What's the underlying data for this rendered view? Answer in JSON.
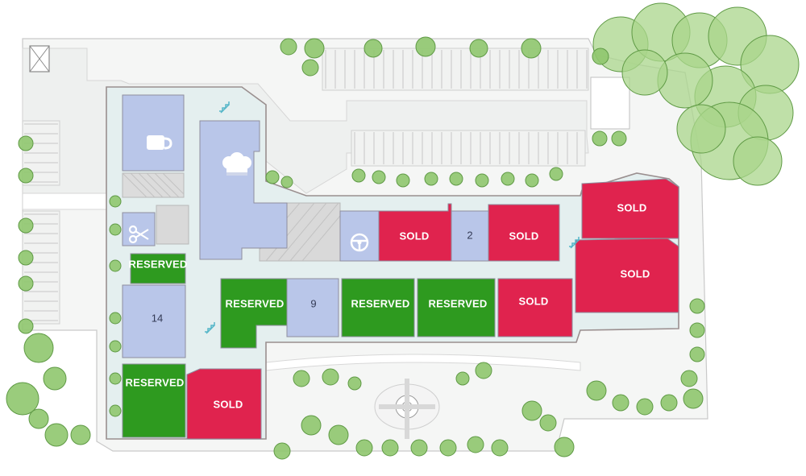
{
  "colors": {
    "sold": "#e0234e",
    "reserved": "#2e9a1f",
    "available": "#b9c6e9",
    "amenity": "#b9c6e9",
    "corridor": "#e4efef",
    "outline": "#9a8f8f",
    "tree": "#8fc66e",
    "tree_dark": "#5f9a45"
  },
  "units": [
    {
      "id": "sold-a",
      "label": "SOLD",
      "status": "sold"
    },
    {
      "id": "unit-2",
      "label": "2",
      "status": "available"
    },
    {
      "id": "sold-b",
      "label": "SOLD",
      "status": "sold"
    },
    {
      "id": "sold-c",
      "label": "SOLD",
      "status": "sold"
    },
    {
      "id": "sold-d",
      "label": "SOLD",
      "status": "sold"
    },
    {
      "id": "reserved-a",
      "label": "RESERVED",
      "status": "reserved"
    },
    {
      "id": "reserved-b",
      "label": "RESERVED",
      "status": "reserved"
    },
    {
      "id": "unit-9",
      "label": "9",
      "status": "available"
    },
    {
      "id": "reserved-c",
      "label": "RESERVED",
      "status": "reserved"
    },
    {
      "id": "reserved-d",
      "label": "RESERVED",
      "status": "reserved"
    },
    {
      "id": "sold-e",
      "label": "SOLD",
      "status": "sold"
    },
    {
      "id": "unit-14",
      "label": "14",
      "status": "available"
    },
    {
      "id": "reserved-e",
      "label": "RESERVED",
      "status": "reserved"
    },
    {
      "id": "sold-f",
      "label": "SOLD",
      "status": "sold"
    }
  ],
  "amenities": [
    {
      "name": "cafe",
      "icon": "coffee-cup-icon"
    },
    {
      "name": "restaurant",
      "icon": "chef-hat-icon"
    },
    {
      "name": "salon",
      "icon": "scissors-icon"
    },
    {
      "name": "accessible-entrance",
      "icon": "steering-wheel-icon"
    },
    {
      "name": "stairs",
      "icon": "stairs-icon"
    }
  ]
}
